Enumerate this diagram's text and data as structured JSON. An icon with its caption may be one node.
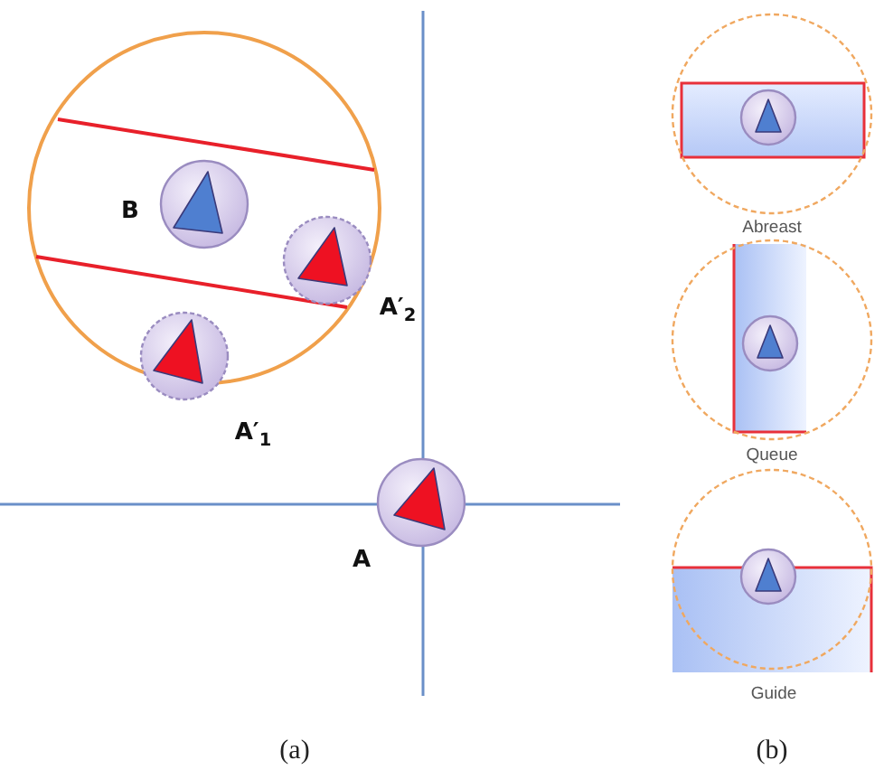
{
  "diagram": {
    "labels": [
      "B",
      "A′$_{2}$",
      "A′$_{1}$",
      "A",
      "(a)",
      "Abreast",
      "Queue",
      "Guide",
      "(b)"
    ]
  }
}
